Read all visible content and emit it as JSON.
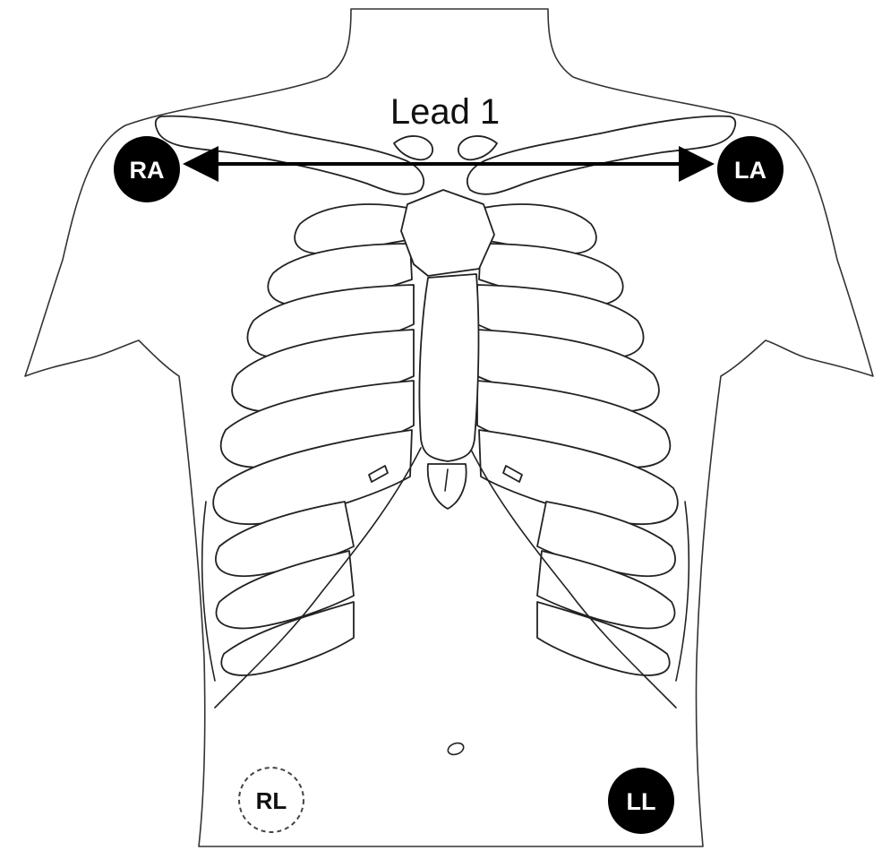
{
  "lead": {
    "label": "Lead 1"
  },
  "electrodes": {
    "ra": {
      "label": "RA",
      "style": "filled"
    },
    "la": {
      "label": "LA",
      "style": "filled"
    },
    "rl": {
      "label": "RL",
      "style": "dashed-outline"
    },
    "ll": {
      "label": "LL",
      "style": "filled"
    }
  },
  "colors": {
    "electrode_fill": "#000000",
    "line": "#000000",
    "background": "#ffffff"
  }
}
